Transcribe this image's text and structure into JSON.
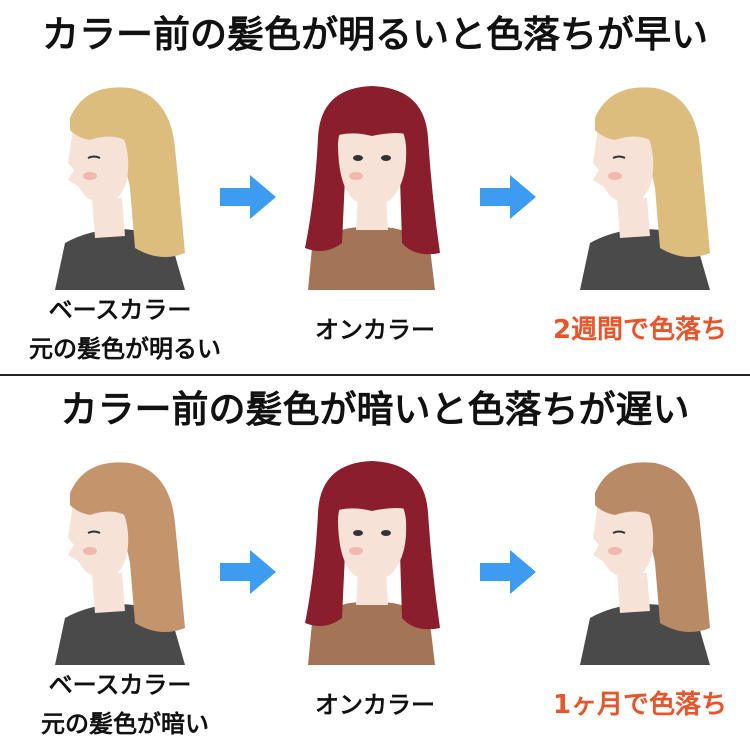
{
  "panels": [
    {
      "title": "カラー前の髪色が明るいと色落ちが早い",
      "base_label": "ベースカラー",
      "base_sub_label": "元の髪色が明るい",
      "on_label": "オンカラー",
      "result_label": "2週間で色落ち",
      "base_hair_color": "#dcbd7e",
      "result_hair_color": "#dcbd7e"
    },
    {
      "title": "カラー前の髪色が暗いと色落ちが遅い",
      "base_label": "ベースカラー",
      "base_sub_label": "元の髪色が暗い",
      "on_label": "オンカラー",
      "result_label": "1ヶ月で色落ち",
      "base_hair_color": "#c4956d",
      "result_hair_color": "#b98a66"
    }
  ],
  "colors": {
    "on_hair": "#8a1e2c",
    "arrow": "#3d9bf0",
    "result_text": "#e8552b",
    "shirt_gray": "#4a4a4a",
    "shirt_brown": "#a37455",
    "skin": "#f6e2d6"
  },
  "icons": {
    "arrow": "right-arrow-icon",
    "illustration_side": "woman-side-profile-illustration",
    "illustration_front": "woman-front-illustration"
  }
}
